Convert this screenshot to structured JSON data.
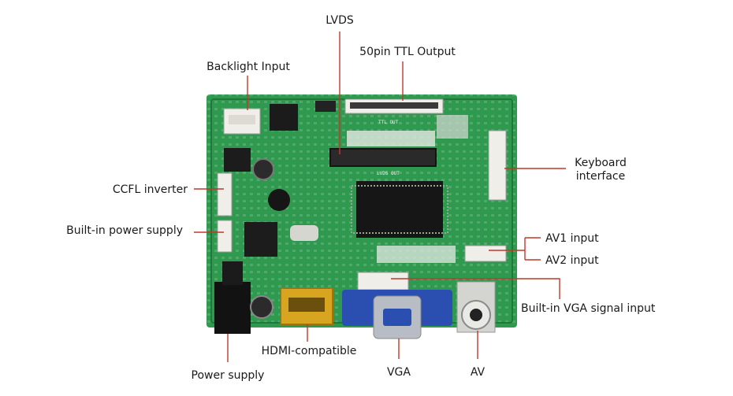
{
  "labels": {
    "lvds": "LVDS",
    "ttl_output": "50pin TTL Output",
    "backlight": "Backlight Input",
    "keyboard_line1": "Keyboard",
    "keyboard_line2": "interface",
    "ccfl": "CCFL inverter",
    "builtin_power": "Built-in power supply",
    "av1": "AV1 input",
    "av2": "AV2 input",
    "vga_signal": "Built-in VGA signal input",
    "hdmi": "HDMI-compatible",
    "power_supply": "Power supply",
    "vga": "VGA",
    "av": "AV"
  },
  "board_markings": {
    "ttl_out": "TTL OUT",
    "lvds_out": "LVDS OUT"
  },
  "colors": {
    "pcb": "#2f9a4f",
    "pcb_dark": "#1f7a3a",
    "leader": "#c0392b",
    "vga_blue": "#2a4fb0",
    "hdmi_gold": "#d7a520"
  }
}
